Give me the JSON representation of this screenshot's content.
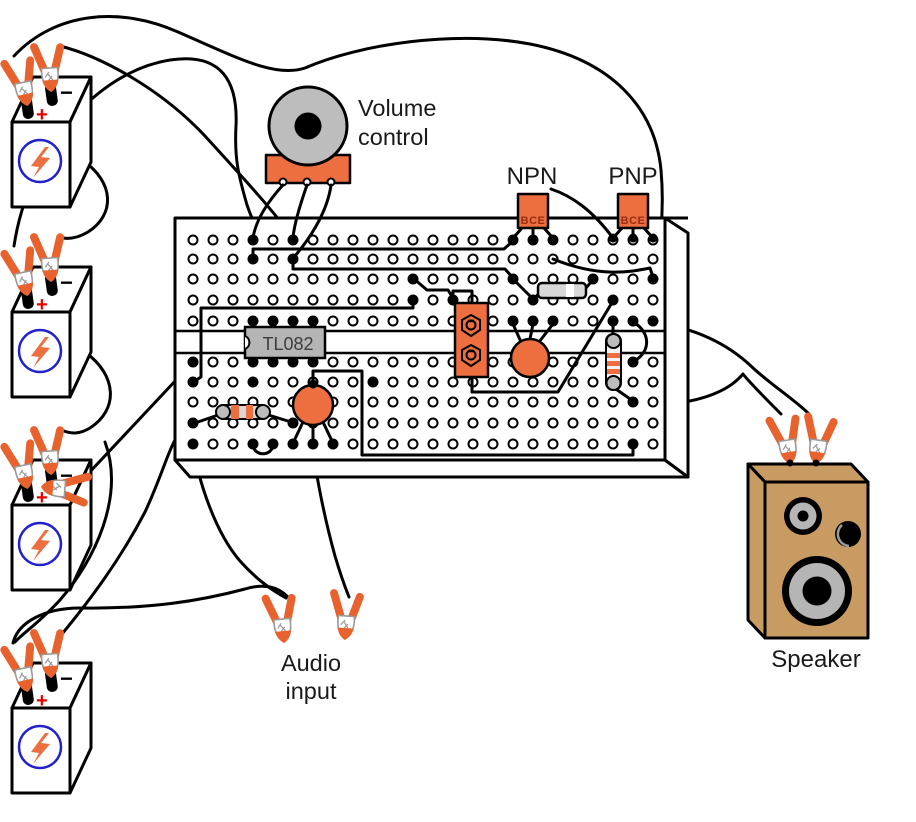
{
  "diagram": {
    "title": "Breadboard audio amplifier wiring diagram",
    "labels": {
      "volume_control": [
        "Volume",
        "control"
      ],
      "npn": "NPN",
      "pnp": "PNP",
      "bce": "BCE",
      "ic": "TL082",
      "audio_input": [
        "Audio",
        "input"
      ],
      "speaker": "Speaker",
      "plus": "+",
      "minus": "−"
    },
    "colors": {
      "component_orange": "#ED6F3F",
      "clip_orange": "#E8622E",
      "speaker_tan": "#C79B62",
      "knob_gray": "#BDBDBD",
      "chip_gray": "#B5B5B5",
      "battery_ring_blue": "#2222CC",
      "plus_red": "#E80000",
      "bce_text_maroon": "#992D12",
      "wire_black": "#000000"
    }
  }
}
